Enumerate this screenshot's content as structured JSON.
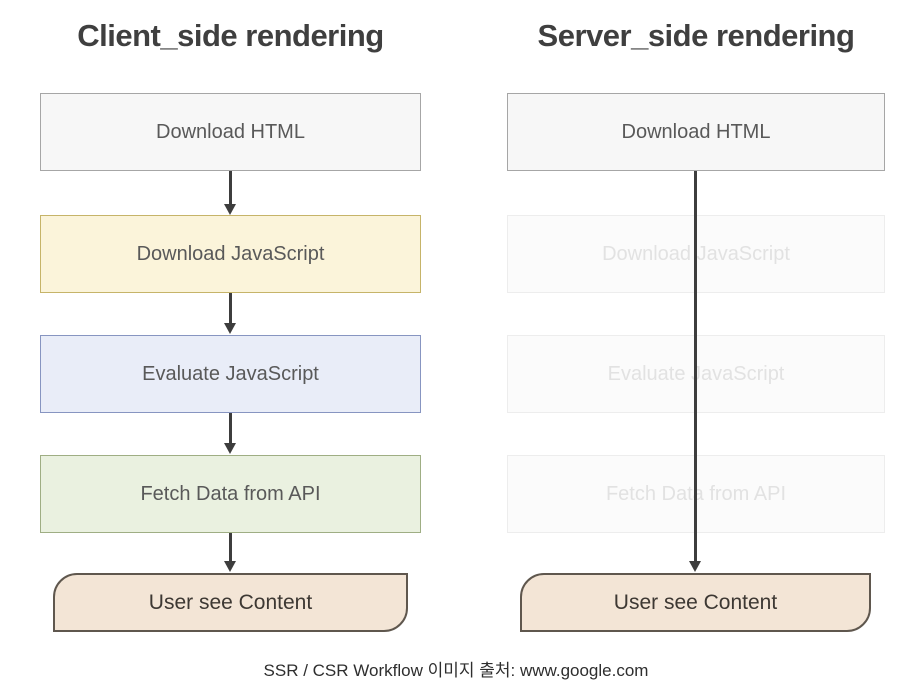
{
  "client": {
    "title": "Client_side rendering",
    "steps": [
      "Download HTML",
      "Download JavaScript",
      "Evaluate JavaScript",
      "Fetch Data from API"
    ],
    "terminal": "User see Content"
  },
  "server": {
    "title": "Server_side rendering",
    "steps": [
      "Download HTML",
      "Download JavaScript",
      "Evaluate JavaScript",
      "Fetch Data from API"
    ],
    "terminal": "User see Content"
  },
  "caption": "SSR / CSR Workflow 이미지 출처: www.google.com",
  "colors": {
    "box_gray_fill": "#f7f7f7",
    "box_gray_border": "#a6a6a6",
    "box_yellow_fill": "#fbf4da",
    "box_yellow_border": "#c6b469",
    "box_blue_fill": "#e9edf8",
    "box_blue_border": "#8795c1",
    "box_green_fill": "#eaf1e0",
    "box_green_border": "#9fae84",
    "terminal_fill": "#f3e5d6",
    "terminal_border": "#5f574e",
    "faded_fill": "#fbfbfb",
    "faded_border": "#ededed",
    "faded_text": "#e2e2e2",
    "arrow": "#3d3d3d",
    "title_text": "#3f3f3f",
    "step_text": "#595959",
    "terminal_text": "#3d3833"
  }
}
